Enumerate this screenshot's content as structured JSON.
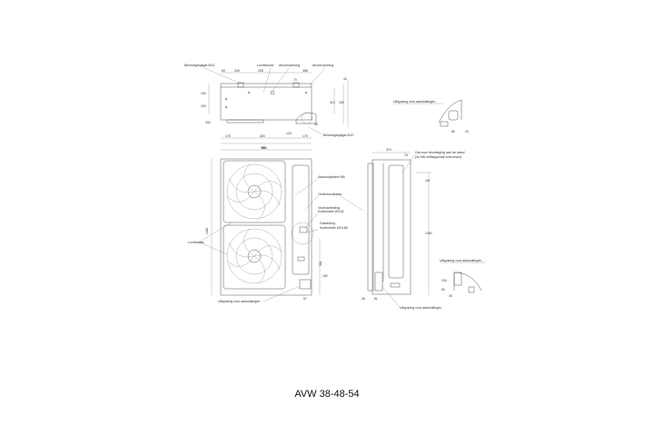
{
  "caption": "AVW 38-48-54",
  "top_view": {
    "labels": [
      "Bevestigingsgat M10",
      "Luchtinvoer",
      "Afvoeropening",
      "Afvoeropening",
      "Bevestigingsgat M10"
    ],
    "dims": [
      "60",
      "226",
      "228",
      "358",
      "70",
      "150",
      "200",
      "310",
      "340",
      "40",
      "330",
      "175",
      "600",
      "175",
      "950",
      "123",
      "53"
    ]
  },
  "front_view": {
    "labels": [
      "Aansluitpaneel M5",
      "Onderhoudsklep",
      "Vloeistofleiding",
      "Koelmiddel Ø9,52",
      "Gasleiding",
      "Koelmiddel Ø15,88",
      "Luchtinlaat",
      "Uitsparing voor aansluitingen"
    ],
    "dims": [
      "950",
      "1380",
      "581",
      "57",
      "150"
    ]
  },
  "side_view": {
    "labels": [
      "Gat voor bevestiging aan de wand",
      "(4x M6 zelftappende schroeven)",
      "Uitsparing voor aansluitingen",
      "Uitsparing voor aansluitingen",
      "Uitsparing voor aansluitingen"
    ],
    "dims": [
      "370",
      "75",
      "116",
      "1350",
      "26",
      "61",
      "80",
      "20",
      "130",
      "50",
      "30"
    ]
  }
}
